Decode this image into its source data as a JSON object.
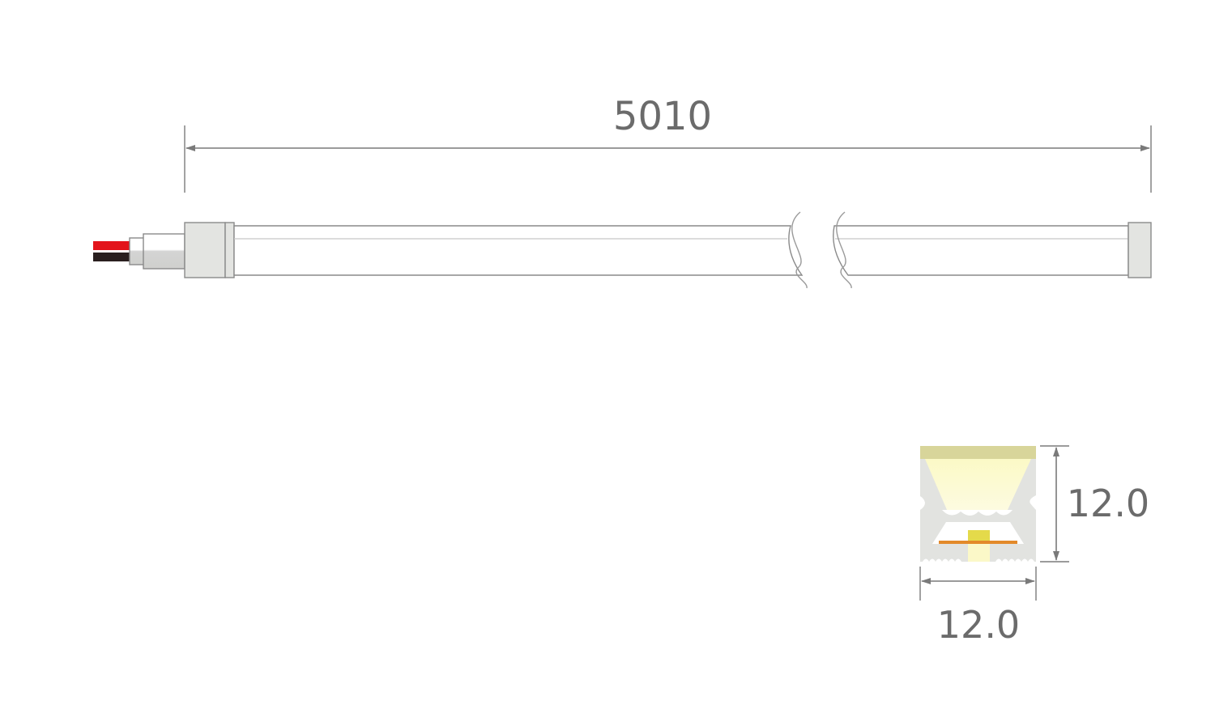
{
  "dimensions": {
    "length": "5010",
    "height": "12.0",
    "width": "12.0"
  },
  "colors": {
    "dimension_line": "#7a7a7a",
    "dimension_text": "#6b6b6b",
    "silicone": "#e3e4e1",
    "wire_red": "#e3141b",
    "wire_black": "#2a1f1f",
    "light_yellow": "#fbf8c8",
    "led_chip": "#e4da4a",
    "pcb": "#e38a2a"
  },
  "icons": {
    "wire": "red-black-power-wire-icon",
    "break": "break-mark-icon"
  }
}
